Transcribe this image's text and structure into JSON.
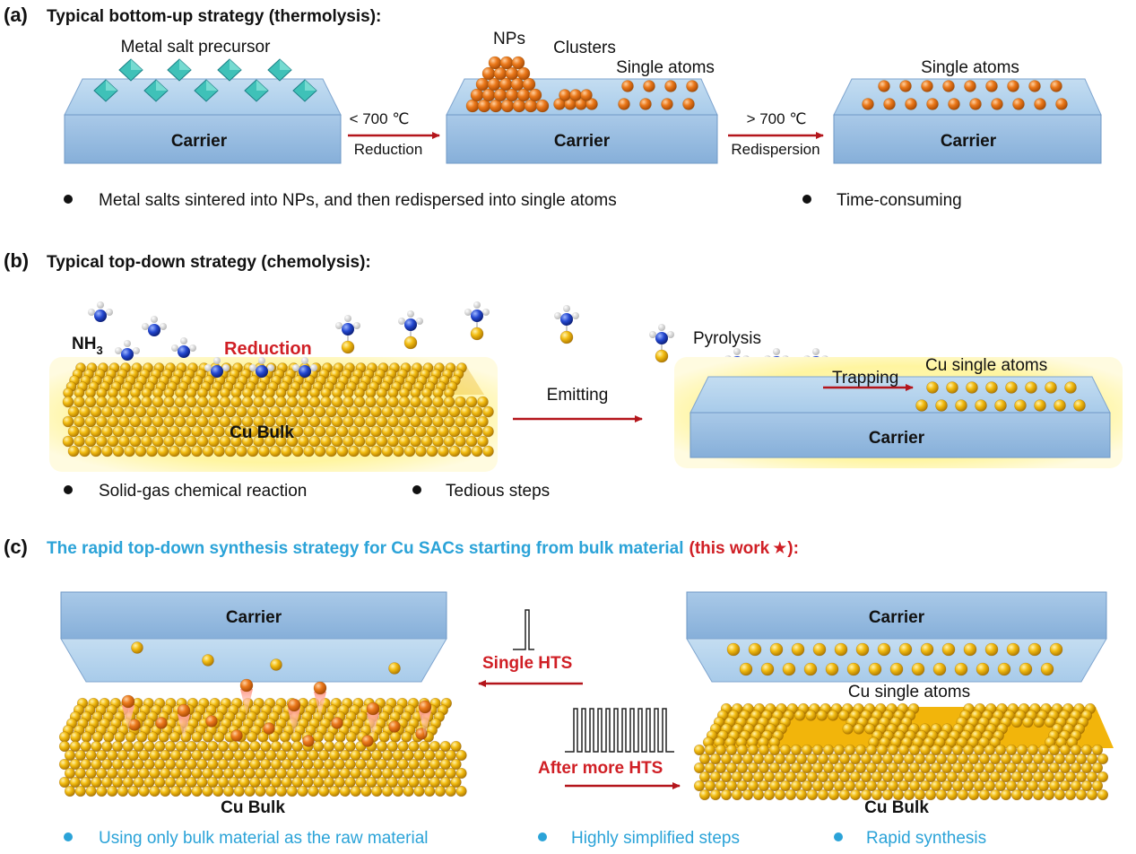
{
  "colors": {
    "carrier_top": "#b5d3ec",
    "carrier_front": "#8fb7de",
    "carrier_edge": "#6f98c6",
    "arrow_red": "#b4151b",
    "title_blue": "#2ba3d8",
    "bullet_blue": "#2ba3d8",
    "gold": "#f2b90e",
    "orange_np": "#e8781a",
    "glow": "#fff6a8"
  },
  "panel_a": {
    "label": "(a)",
    "title": "Typical bottom-up strategy (thermolysis):",
    "precursor_label": "Metal salt precursor",
    "carrier_label": "Carrier",
    "np_label": "NPs",
    "clusters_label": "Clusters",
    "single_atoms_label": "Single atoms",
    "arrow1_top": "< 700 ℃",
    "arrow1_bottom": "Reduction",
    "arrow2_top": "> 700 ℃",
    "arrow2_bottom": "Redispersion",
    "bullets": [
      "Metal salts sintered into NPs, and then redispersed into single atoms",
      "Time-consuming"
    ]
  },
  "panel_b": {
    "label": "(b)",
    "title": "Typical top-down strategy (chemolysis):",
    "nh3_label": "NH",
    "nh3_sub": "3",
    "reduction_label": "Reduction",
    "bulk_label": "Cu Bulk",
    "emitting_label": "Emitting",
    "pyrolysis_label": "Pyrolysis",
    "trapping_label": "Trapping",
    "cu_single_atoms_label": "Cu single atoms",
    "carrier_label": "Carrier",
    "bullets": [
      "Solid-gas chemical reaction",
      "Tedious steps"
    ]
  },
  "panel_c": {
    "label": "(c)",
    "title": "The rapid top-down synthesis strategy for Cu SACs starting from bulk material",
    "title_highlight": "(this work",
    "title_star": "★",
    "title_end": "):",
    "carrier_label": "Carrier",
    "single_hts_label": "Single HTS",
    "more_hts_label": "After more HTS",
    "cu_single_atoms_label": "Cu single atoms",
    "bulk_label": "Cu Bulk",
    "bullets": [
      "Using only bulk material as the raw material",
      "Highly simplified steps",
      "Rapid synthesis"
    ]
  }
}
